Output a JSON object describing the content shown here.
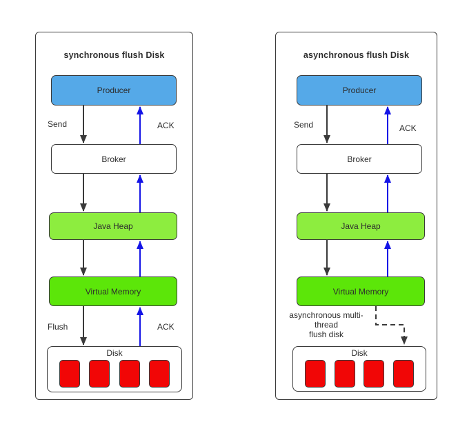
{
  "diagram": {
    "colors": {
      "border": "#3a3a3a",
      "text": "#2d2d2d",
      "producer_fill": "#55a9e8",
      "heap_fill": "#8ded3f",
      "vm_fill": "#5ce609",
      "disk_block_fill": "#f10606",
      "flow_arrow": "#3a3a3a",
      "ack_arrow": "#1414e6"
    },
    "panels": [
      {
        "title": "synchronous flush Disk",
        "nodes": {
          "producer": "Producer",
          "broker": "Broker",
          "java_heap": "Java Heap",
          "virtual_memory": "Virtual Memory",
          "disk": "Disk"
        },
        "labels": {
          "send": "Send",
          "ack_top": "ACK",
          "flush": "Flush",
          "ack_bottom": "ACK"
        }
      },
      {
        "title": "asynchronous flush Disk",
        "nodes": {
          "producer": "Producer",
          "broker": "Broker",
          "java_heap": "Java Heap",
          "virtual_memory": "Virtual Memory",
          "disk": "Disk"
        },
        "labels": {
          "send": "Send",
          "ack_top": "ACK",
          "async_note_lines": [
            "asynchronous multi-",
            "thread",
            "flush disk"
          ]
        }
      }
    ]
  }
}
